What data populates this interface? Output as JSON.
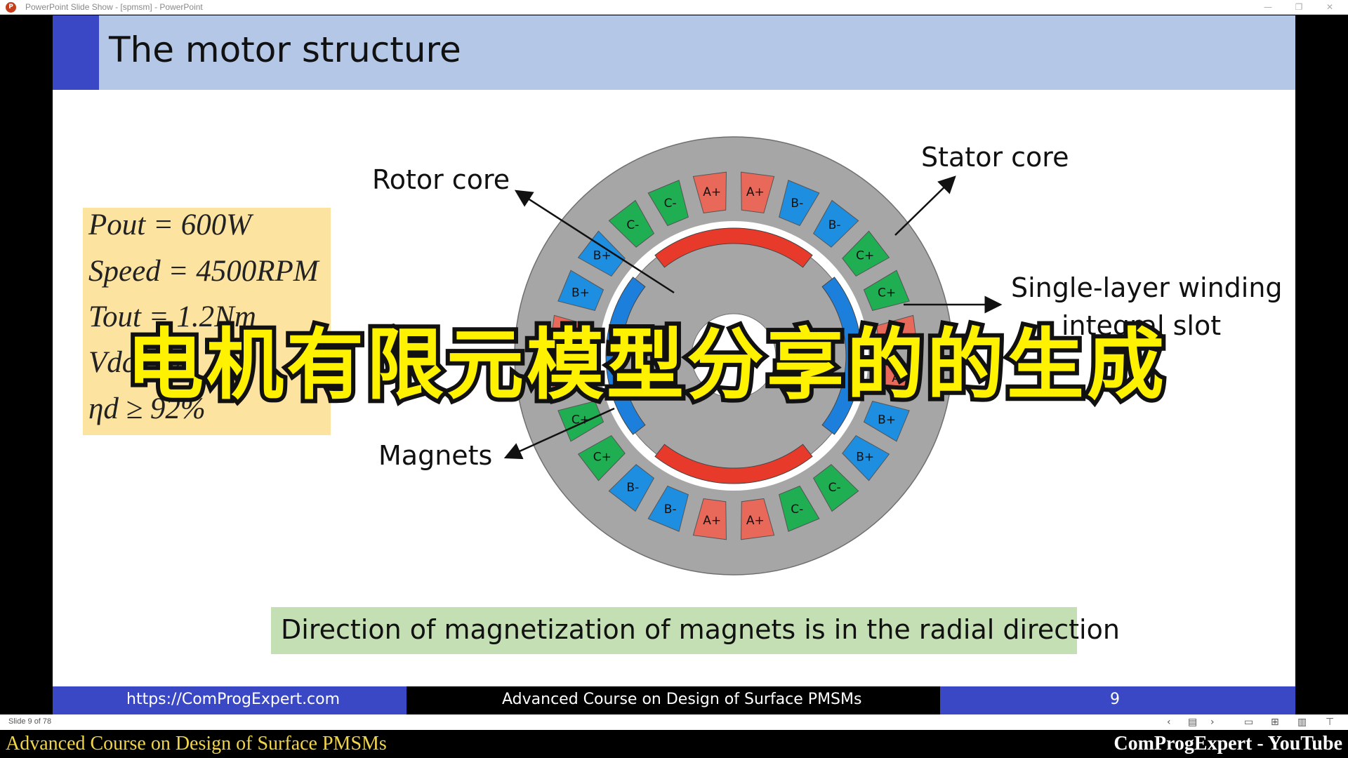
{
  "window": {
    "title": "PowerPoint Slide Show - [spmsm] - PowerPoint",
    "app_icon": "P"
  },
  "slide": {
    "title": "The motor structure",
    "specs": [
      "Pout = 600W",
      "Speed = 4500RPM",
      "Tout = 1.2Nm",
      "Vdc = 2",
      "ηd ≥ 92%"
    ],
    "labels": {
      "rotor_core": "Rotor core",
      "stator_core": "Stator core",
      "winding_line1": "Single-layer winding",
      "winding_line2": "integral slot",
      "magnets": "Magnets"
    },
    "slot_labels": [
      "A+",
      "A+",
      "B-",
      "B-",
      "C+",
      "C+",
      "A-",
      "A-",
      "B+",
      "B+",
      "C-",
      "C-",
      "A+",
      "A+",
      "B-",
      "B-",
      "C+",
      "C+",
      "A-",
      "A-",
      "B+",
      "B+",
      "C-",
      "C-"
    ],
    "note": "Direction of magnetization of magnets is in the radial direction",
    "overlay_caption": "电机有限元模型分享的的生成",
    "footer": {
      "url": "https://ComProgExpert.com",
      "course": "Advanced Course on Design of Surface PMSMs",
      "page": "9"
    },
    "colors": {
      "phase_a": "#e8685a",
      "phase_b": "#1e8ee0",
      "phase_c": "#1fae52",
      "magnet_red": "#e83a2a",
      "magnet_blue": "#1d7fdc",
      "core_gray": "#a6a6a6"
    }
  },
  "statusbar": {
    "slide_counter": "Slide 9 of 78"
  },
  "video_strip": {
    "left": "Advanced Course on Design of Surface PMSMs",
    "right": "ComProgExpert - YouTube"
  }
}
